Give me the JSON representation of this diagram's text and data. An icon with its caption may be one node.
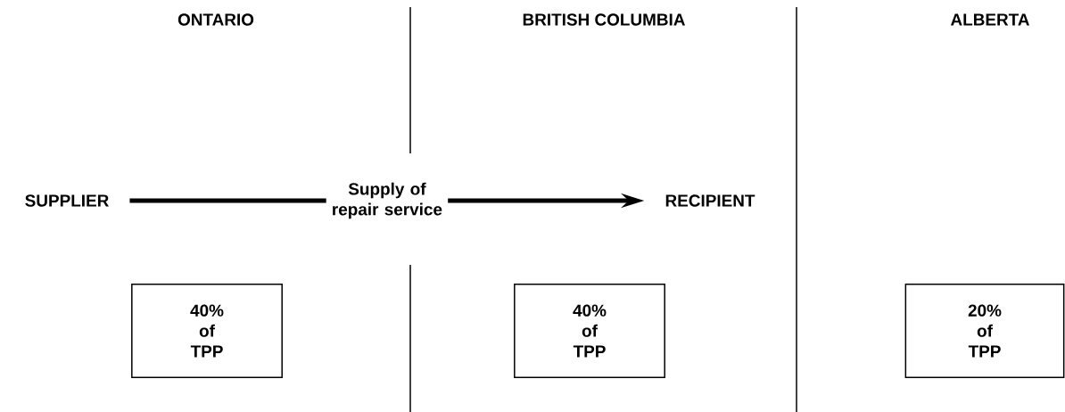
{
  "diagram": {
    "nodes": [
      {
        "text": [
          "SUPPLIER"
        ]
      },
      {
        "text": [
          "RECIPIENT"
        ]
      },
      {
        "text": [
          "40% of TPP"
        ]
      },
      {
        "text": [
          "40% of TPP"
        ]
      },
      {
        "text": [
          "20% of TPP"
        ]
      }
    ],
    "edges": [
      {
        "from": 0,
        "to": 1,
        "arrow": "to",
        "label": "Supply of repair service"
      }
    ],
    "labels": [
      "ONTARIO",
      "BRITISH COLUMBIA",
      "ALBERTA"
    ]
  }
}
